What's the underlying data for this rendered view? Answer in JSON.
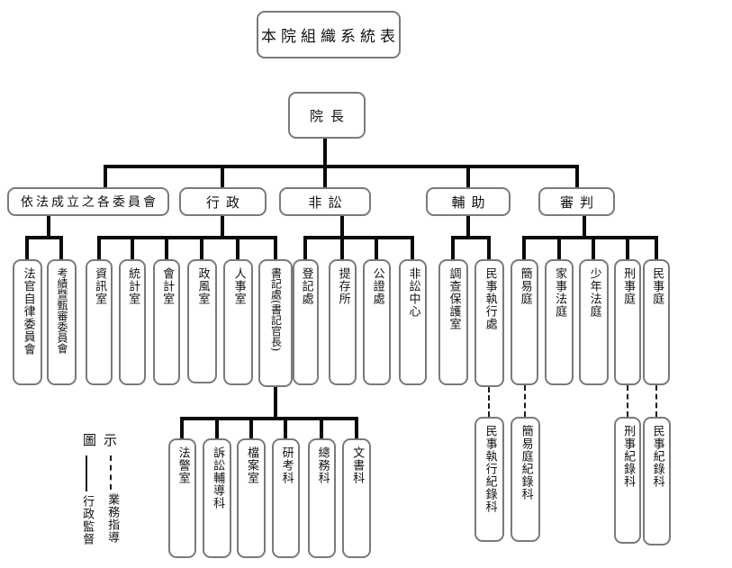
{
  "title": "本院組織系統表",
  "root": "院長",
  "branches": {
    "committees": {
      "label": "依法成立之各委員會",
      "children": [
        "法官自律委員會",
        "考績暨甄審委員會"
      ]
    },
    "admin": {
      "label": "行政",
      "children": [
        "資訊室",
        "統計室",
        "會計室",
        "政風室",
        "人事室",
        "書記處(書記官長)"
      ]
    },
    "non_litigation": {
      "label": "非訟",
      "children": [
        "登記處",
        "提存所",
        "公證處",
        "非訟中心"
      ]
    },
    "support": {
      "label": "輔助",
      "children": [
        "調查保護室",
        "民事執行處"
      ]
    },
    "adjudication": {
      "label": "審判",
      "children": [
        "簡易庭",
        "家事法庭",
        "少年法庭",
        "刑事庭",
        "民事庭"
      ]
    }
  },
  "clerk_office_sections": [
    "法警室",
    "訴訟輔導科",
    "檔案室",
    "研考科",
    "總務科",
    "文書科"
  ],
  "guidance_sections": [
    "民事執行紀錄科",
    "簡易庭紀錄科",
    "刑事紀錄科",
    "民事紀錄科"
  ],
  "legend": {
    "header": "圖示",
    "solid_line_label": "行政監督",
    "dashed_line_label": "業務指導"
  },
  "colors": {
    "background": "#ffffff",
    "box_border": "#7a7a7a",
    "line": "#0a0a0a",
    "text": "#111111"
  }
}
